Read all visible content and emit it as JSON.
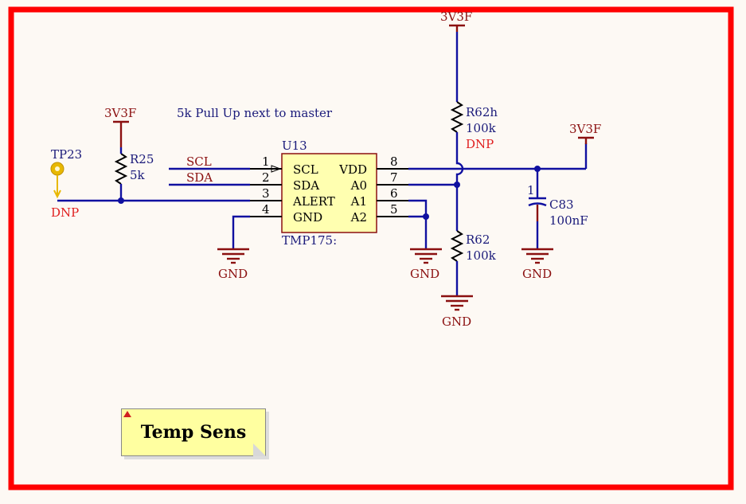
{
  "sheet": {
    "border_color": "#ff0000",
    "background": "#fdf9f4"
  },
  "title": {},
  "annotation": "5k Pull Up next to master",
  "testpoint": {
    "ref": "TP23",
    "dnp": "DNP"
  },
  "r25": {
    "power": "3V3F",
    "ref": "R25",
    "value": "5k"
  },
  "nets": {
    "scl": "SCL",
    "sda": "SDA"
  },
  "u13": {
    "ref": "U13",
    "part": "TMP175:",
    "left_pins": [
      {
        "num": "1",
        "name": "SCL"
      },
      {
        "num": "2",
        "name": "SDA"
      },
      {
        "num": "3",
        "name": "ALERT"
      },
      {
        "num": "4",
        "name": "GND"
      }
    ],
    "right_pins": [
      {
        "num": "8",
        "name": "VDD"
      },
      {
        "num": "7",
        "name": "A0"
      },
      {
        "num": "6",
        "name": "A1"
      },
      {
        "num": "5",
        "name": "A2"
      }
    ]
  },
  "r62h": {
    "power": "3V3F",
    "ref": "R62h",
    "value": "100k",
    "dnp": "DNP"
  },
  "r62": {
    "ref": "R62",
    "value": "100k"
  },
  "c83": {
    "power": "3V3F",
    "ref": "C83",
    "value": "100nF",
    "pin": "1"
  },
  "grounds": {
    "u13_gnd": "GND",
    "addr_gnd": "GND",
    "r62_gnd": "GND",
    "c83_gnd": "GND"
  },
  "note": {
    "label": "Temp Sens"
  },
  "colors": {
    "wire": "#1010a0",
    "power": "#8b1010",
    "ic_fill": "#ffffb0",
    "dnp": "#e02020"
  }
}
